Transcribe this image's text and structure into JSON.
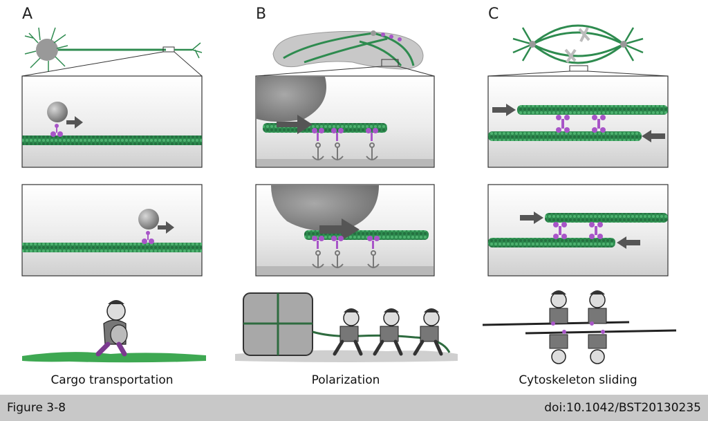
{
  "panels": [
    {
      "letter": "A",
      "caption": "Cargo transportation"
    },
    {
      "letter": "B",
      "caption": "Polarization"
    },
    {
      "letter": "C",
      "caption": "Cytoskeleton sliding"
    }
  ],
  "footer": {
    "figure_label": "Figure 3-8",
    "doi": "doi:10.1042/BST20130235"
  },
  "colors": {
    "microtubule": "#2e8b4f",
    "motor": "#a855c8",
    "arrow": "#555555",
    "panel_bg": "#e4e4e4",
    "footer_bg": "#c8c8c8"
  }
}
